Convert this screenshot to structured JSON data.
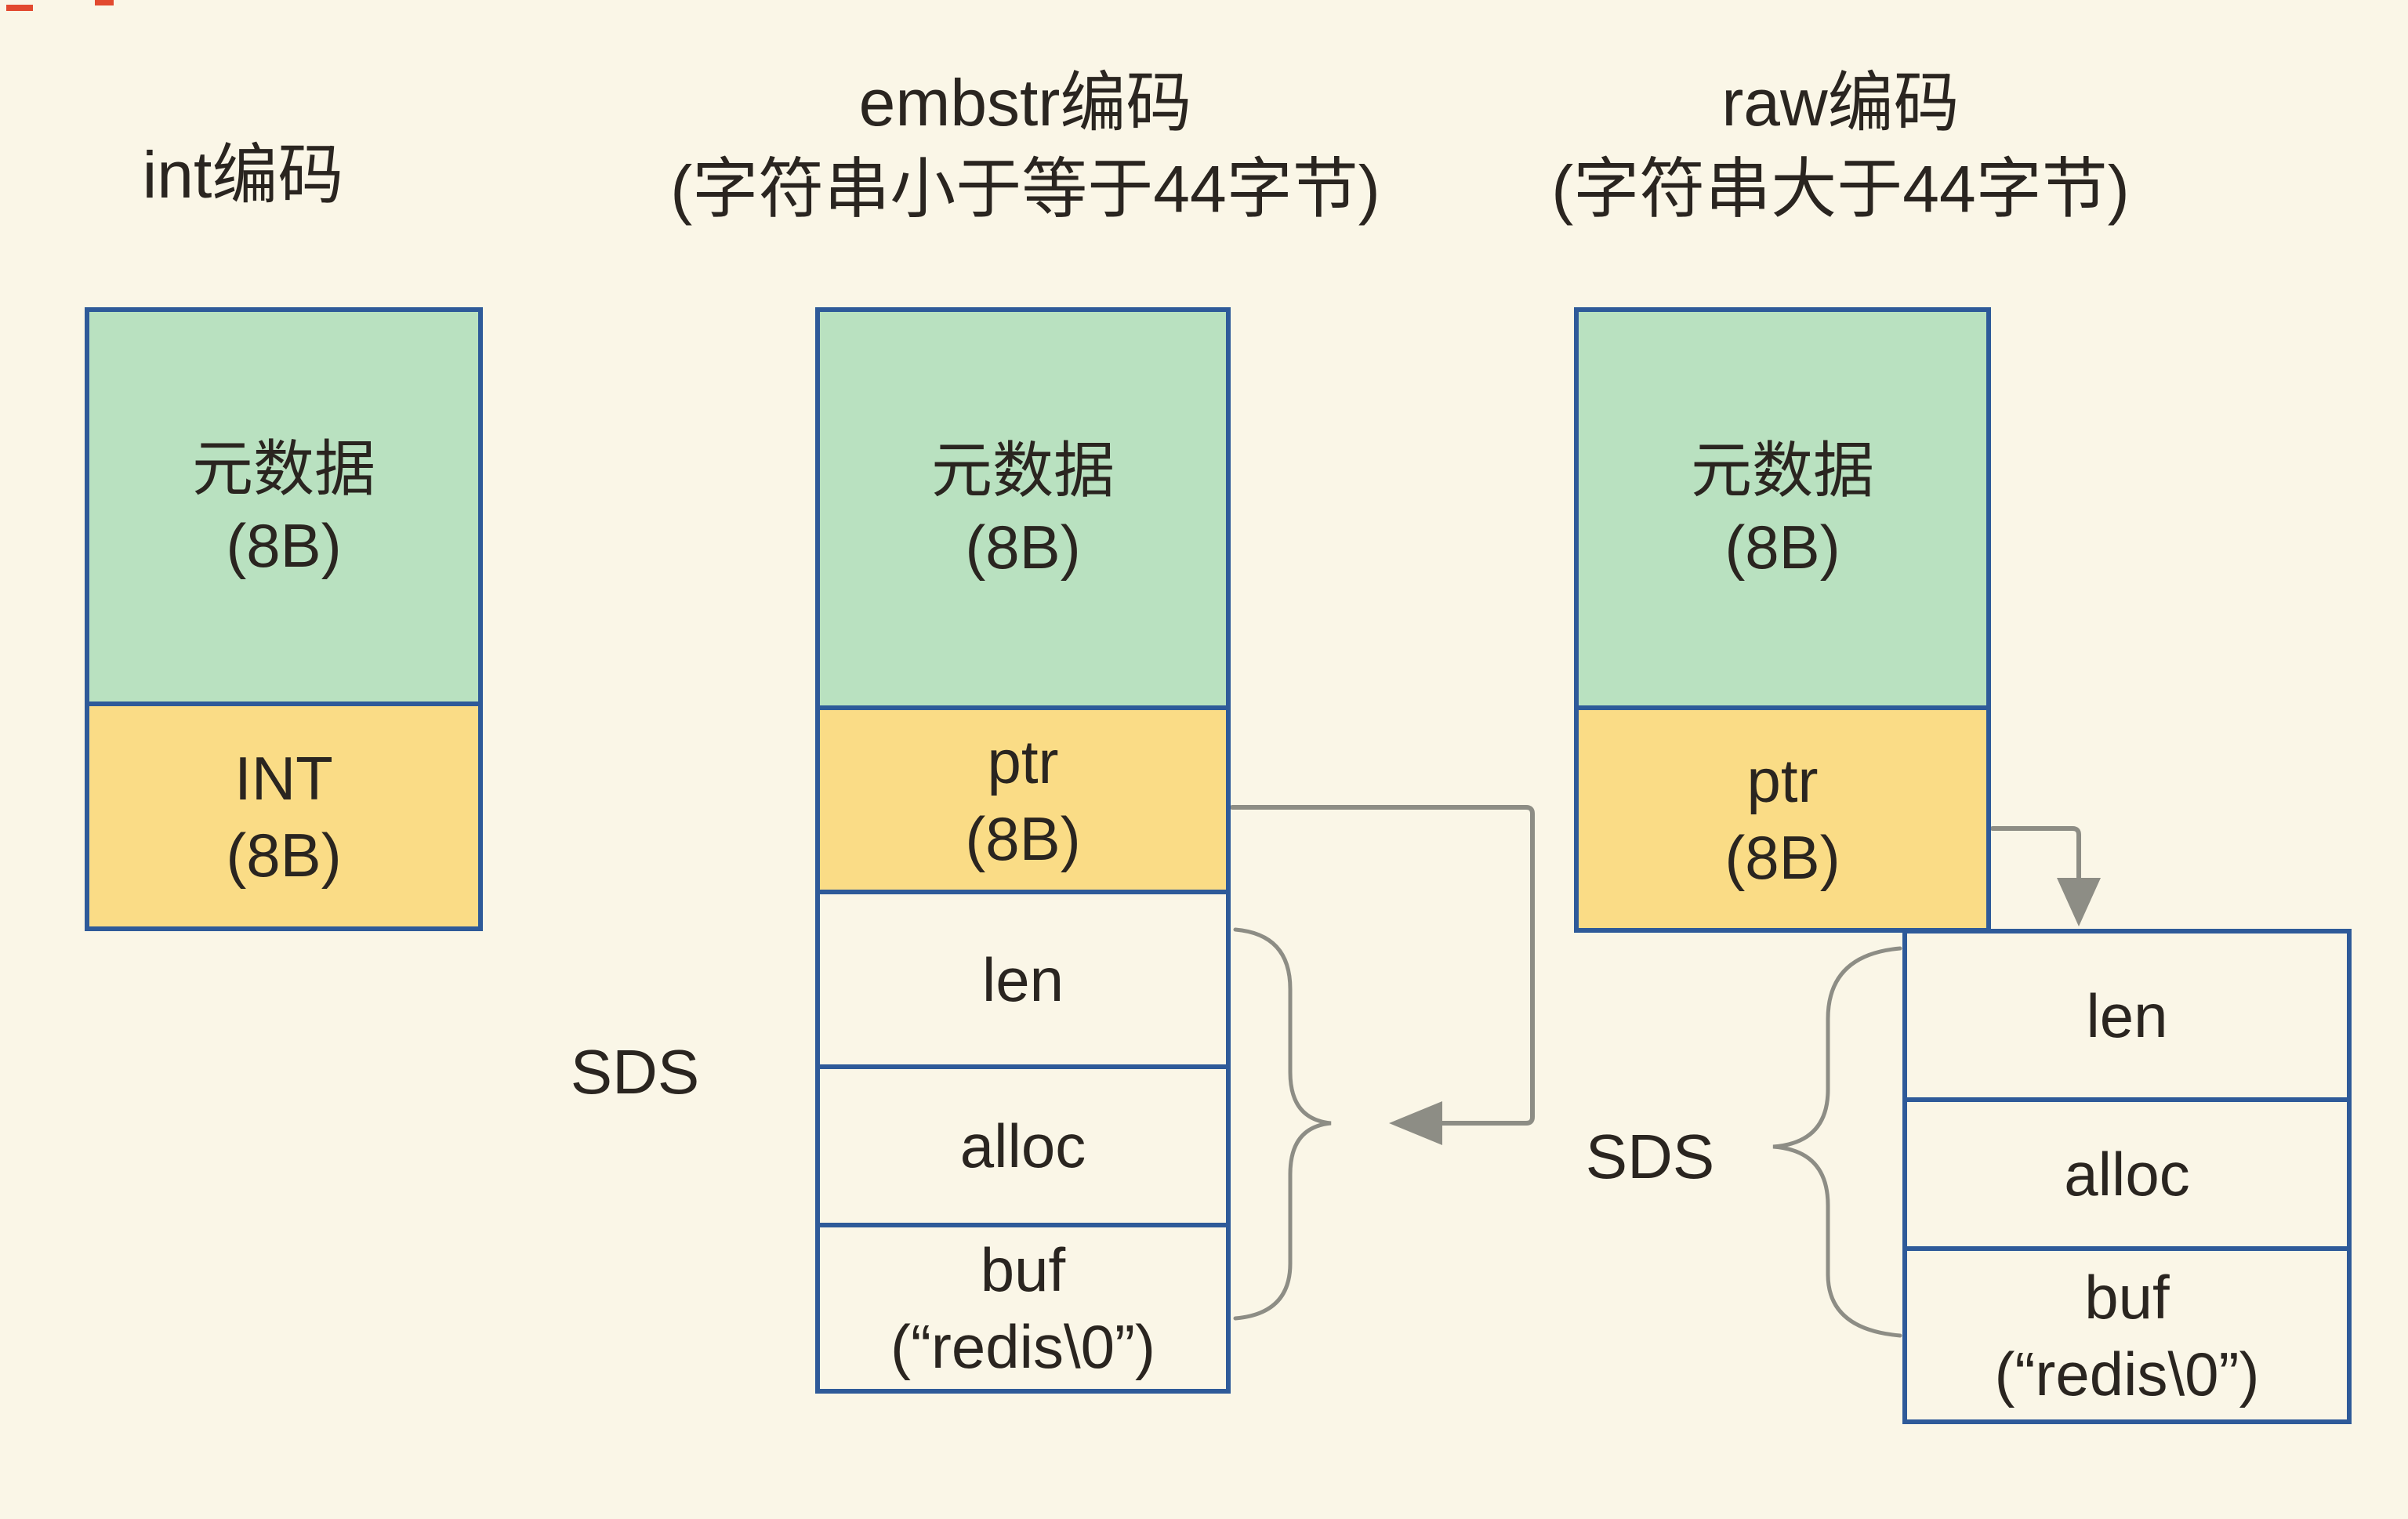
{
  "colors": {
    "background": "#FAF6E7",
    "block_green": "#B9E1C0",
    "block_yellow": "#FADC86",
    "box_border_blue": "#2E5A99",
    "connector_gray": "#8D8D85",
    "text": "#2A2520",
    "artifact_red": "#E2492F"
  },
  "columns": {
    "int": {
      "title": "int编码",
      "meta_line1": "元数据",
      "meta_line2": "(8B)",
      "value_line1": "INT",
      "value_line2": "(8B)"
    },
    "embstr": {
      "title_line1": "embstr编码",
      "title_line2": "(字符串小于等于44字节)",
      "meta_line1": "元数据",
      "meta_line2": "(8B)",
      "ptr_line1": "ptr",
      "ptr_line2": "(8B)",
      "sds_label": "SDS",
      "len_label": "len",
      "alloc_label": "alloc",
      "buf_line1": "buf",
      "buf_line2": "(“redis\\0”)"
    },
    "raw": {
      "title_line1": "raw编码",
      "title_line2": "(字符串大于44字节)",
      "meta_line1": "元数据",
      "meta_line2": "(8B)",
      "ptr_line1": "ptr",
      "ptr_line2": "(8B)",
      "sds_label": "SDS",
      "len_label": "len",
      "alloc_label": "alloc",
      "buf_line1": "buf",
      "buf_line2": "(“redis\\0”)"
    }
  }
}
